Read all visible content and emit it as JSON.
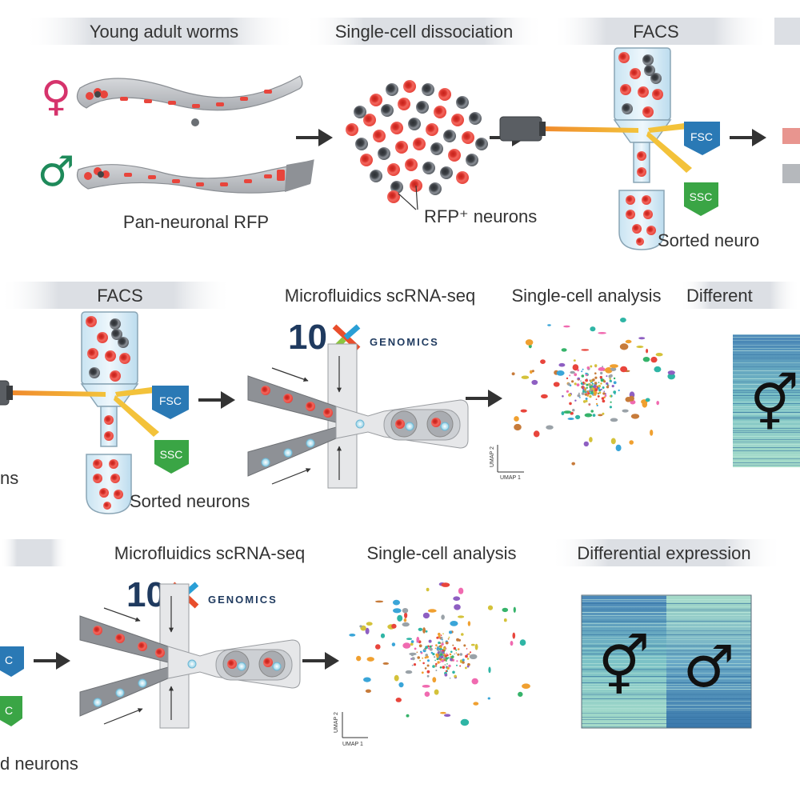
{
  "headers": {
    "worms": "Young adult worms",
    "dissociation": "Single-cell dissociation",
    "facs": "FACS",
    "microfluidics": "Microfluidics scRNA-seq",
    "analysis": "Single-cell analysis",
    "differential_cut": "Different",
    "differential": "Differential expression"
  },
  "labels": {
    "pan_neuronal": "Pan-neuronal RFP",
    "rfp_neurons": "RFP⁺ neurons",
    "sorted_neurons": "Sorted neurons",
    "sorted_neurons_cut_right": "Sorted neuro",
    "sorted_neurons_cut_left_mid": "ns",
    "sorted_neurons_cut_left_bottom": "d neurons",
    "fsc": "FSC",
    "ssc": "SSC",
    "tenx_number": "10",
    "tenx_x": "X",
    "genomics": "GENOMICS",
    "umap1": "UMAP 1",
    "umap2": "UMAP 2",
    "female_symbol": "♀",
    "male_symbol": "♂",
    "hermaphrodite_symbol": "⚥"
  },
  "colors": {
    "rfp_red": "#e8453c",
    "neuron_gray": "#555a60",
    "fsc_blue": "#2a79b5",
    "ssc_green": "#3aa545",
    "female_magenta": "#d6336c",
    "male_green": "#1e8a5a",
    "heatmap_light": "#9ad5c8",
    "heatmap_dark": "#3f7fb0",
    "genomics_navy": "#1f3a5f"
  }
}
